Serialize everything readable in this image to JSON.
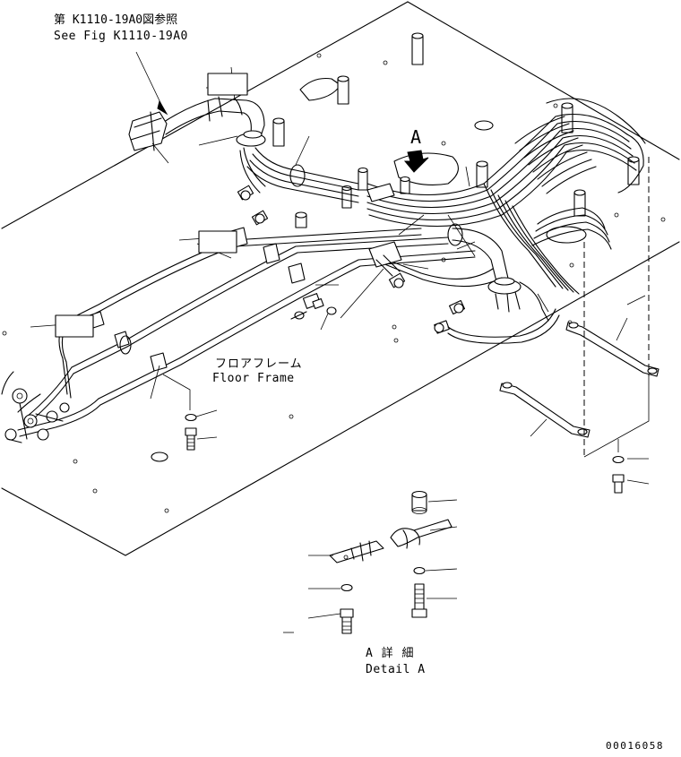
{
  "references": {
    "jp": "第 K1110-19A0図参照",
    "en": "See Fig K1110-19A0"
  },
  "view_marker": "A",
  "floor_frame": {
    "jp": "フロアフレーム",
    "en": "Floor Frame"
  },
  "detail": {
    "jp": "A 詳 細",
    "en": "Detail A"
  },
  "drawing_number": "00016058"
}
